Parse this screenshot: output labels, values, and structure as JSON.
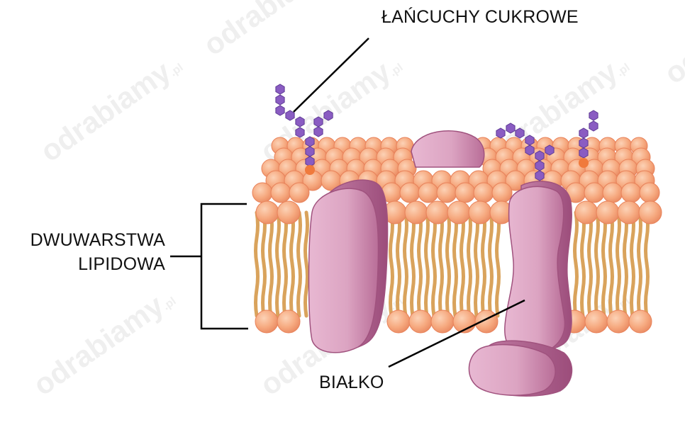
{
  "labels": {
    "sugar_chains": "ŁAŃCUCHY CUKROWE",
    "bilayer_line1": "DWUWARSTWA",
    "bilayer_line2": "LIPIDOWA",
    "protein": "BIAŁKO"
  },
  "watermark": {
    "text": "odrabiamy",
    "suffix": ".pl"
  },
  "colors": {
    "lipid_head": "#f6a97f",
    "lipid_head_stroke": "#e8825a",
    "lipid_tail": "#d9a35c",
    "protein_fill": "#dca4c2",
    "protein_stroke": "#a0527e",
    "sugar": "#8a5cc2",
    "leader_line": "#000000",
    "watermark": "#e2e2e2"
  }
}
